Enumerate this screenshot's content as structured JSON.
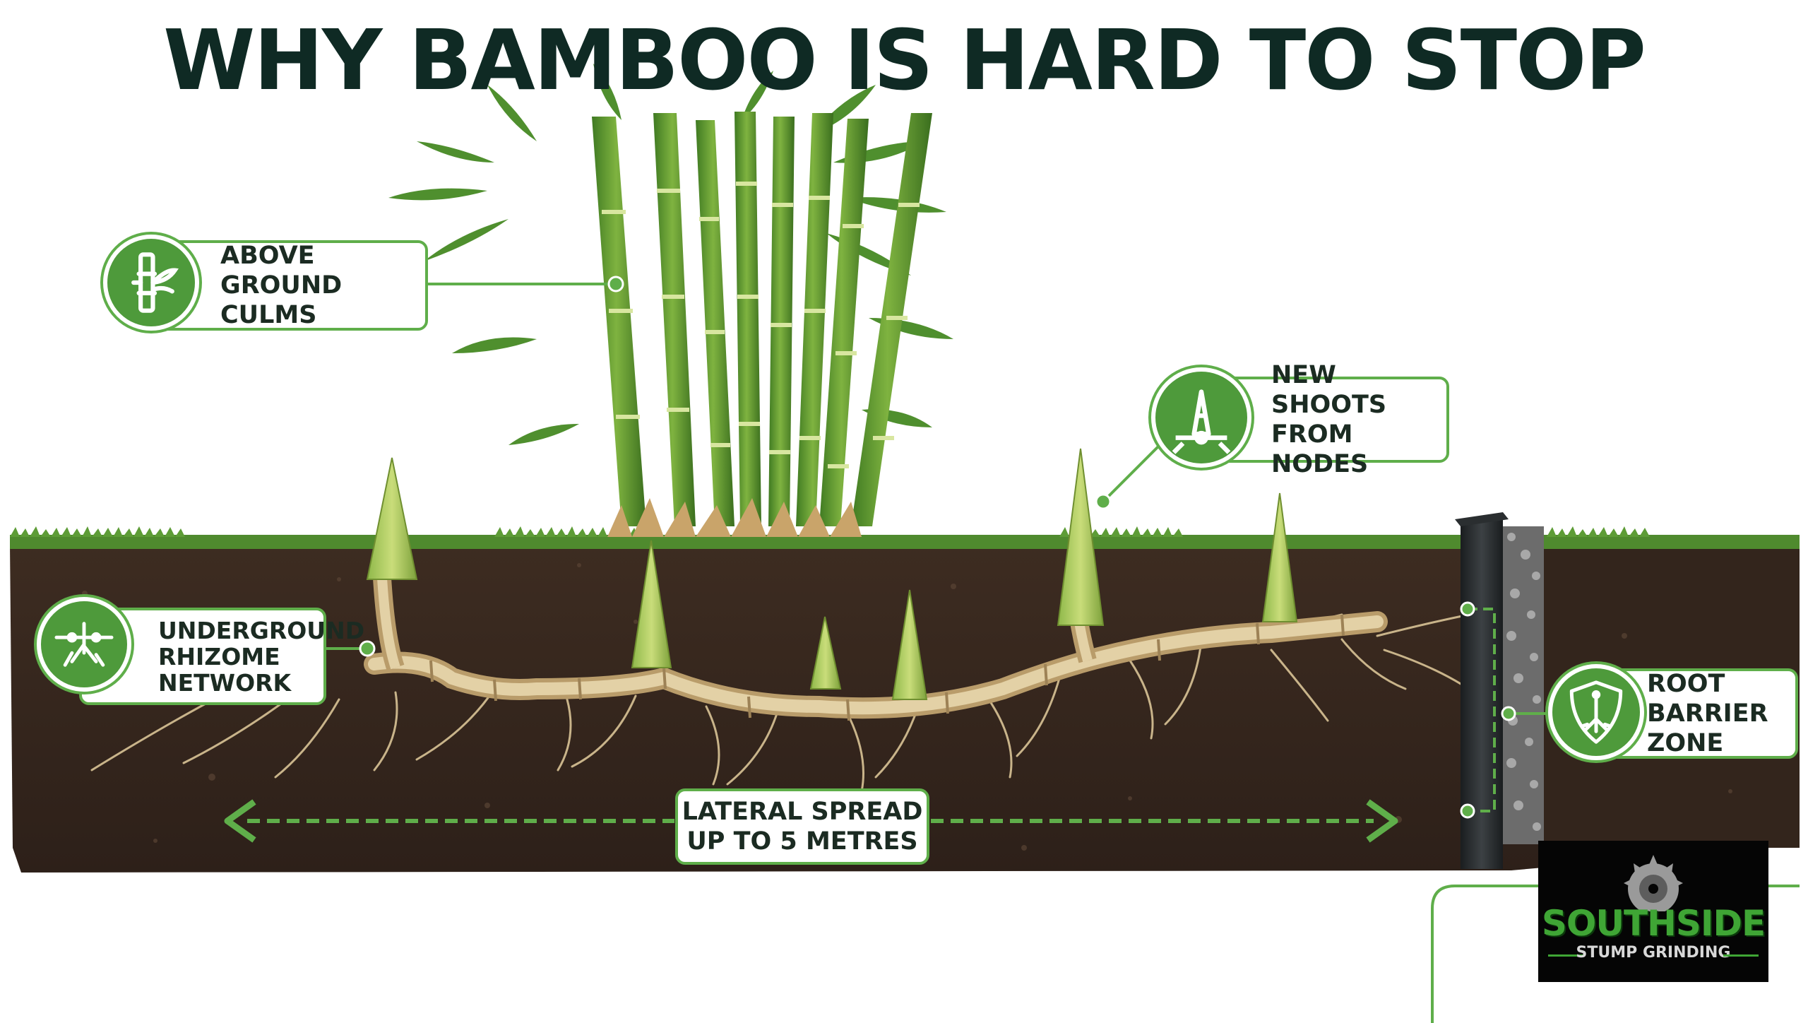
{
  "title": "WHY BAMBOO IS HARD TO STOP",
  "callouts": {
    "culms": {
      "line1": "ABOVE GROUND",
      "line2": "CULMS",
      "icon": "bamboo-stalk-icon"
    },
    "shoots": {
      "line1": "NEW SHOOTS",
      "line2": "FROM NODES",
      "icon": "shoot-icon"
    },
    "rhizome": {
      "line1": "UNDERGROUND",
      "line2": "RHIZOME",
      "line3": "NETWORK",
      "icon": "rhizome-icon"
    },
    "spread": {
      "line1": "LATERAL SPREAD",
      "line2": "UP TO 5 METRES"
    },
    "barrier": {
      "line1": "ROOT BARRIER",
      "line2": "ZONE",
      "icon": "shield-root-icon"
    }
  },
  "logo": {
    "brand": "SOUTHSIDE",
    "sub": "STUMP GRINDING",
    "icon": "saw-blade-icon"
  },
  "colors": {
    "accent": "#5fae4a",
    "badge": "#4e9a3b",
    "soil": "#3a2a20",
    "grass": "#4f8a2e",
    "title": "#0f2a24"
  }
}
